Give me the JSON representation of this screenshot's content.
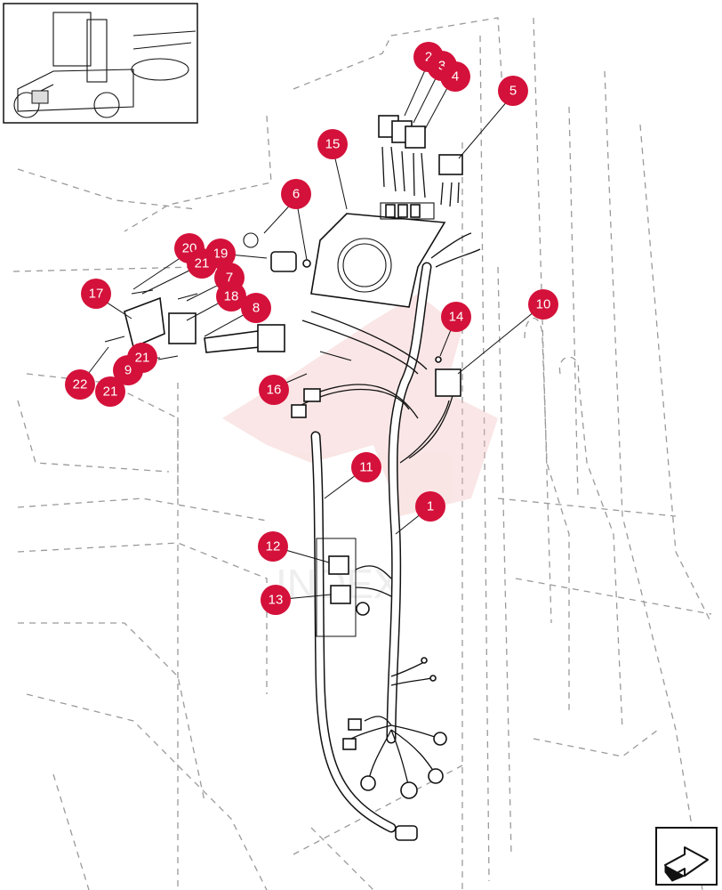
{
  "colors": {
    "callout": "#d4113a",
    "watermark": "#e8c0c0"
  },
  "watermark_text": "INDEX",
  "icons": {
    "navigation": "arrow-icon",
    "overview": "machine-thumbnail"
  },
  "callouts": [
    "1",
    "2",
    "3",
    "4",
    "5",
    "6",
    "7",
    "8",
    "9",
    "10",
    "11",
    "12",
    "13",
    "14",
    "15",
    "16",
    "17",
    "18",
    "19",
    "20",
    "21",
    "21",
    "21",
    "22"
  ]
}
